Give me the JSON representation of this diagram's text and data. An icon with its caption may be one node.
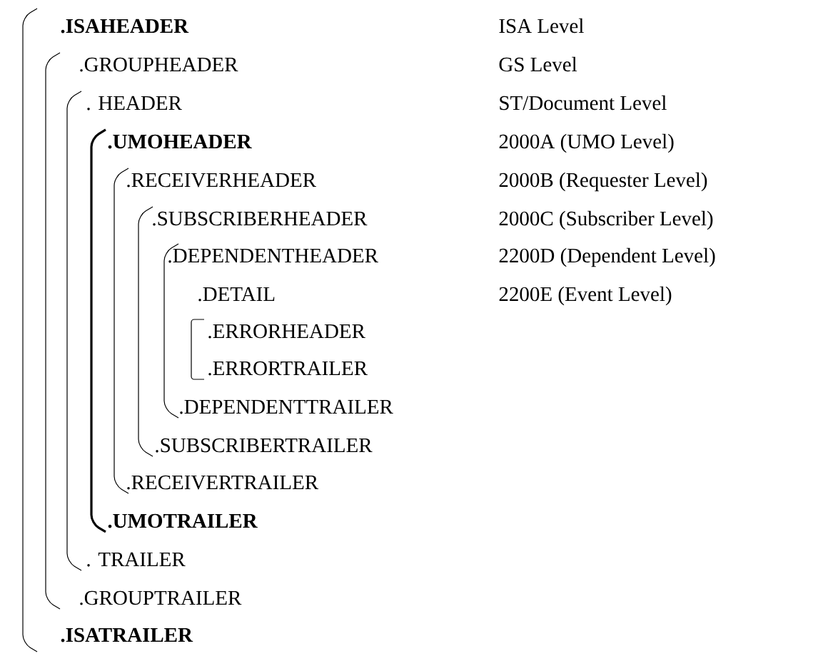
{
  "diagram": {
    "labels": [
      ".ISAHEADER",
      "ISA Level",
      ".GROUPHEADER",
      "GS Level",
      ". HEADER",
      "ST/Document Level",
      ".UMOHEADER",
      "2000A (UMO Level)",
      ".RECEIVERHEADER",
      "2000B (Requester Level)",
      ".SUBSCRIBERHEADER",
      "2000C (Subscriber Level)",
      ".DEPENDENTHEADER",
      "2200D (Dependent Level)",
      ".DETAIL",
      "2200E (Event Level)",
      ".ERRORHEADER",
      ".ERRORTRAILER",
      ".DEPENDENTTRAILER",
      ".SUBSCRIBERTRAILER",
      ".RECEIVERTRAILER",
      ".UMOTRAILER",
      ". TRAILER",
      ".GROUPTRAILER",
      ".ISATRAILER"
    ]
  }
}
